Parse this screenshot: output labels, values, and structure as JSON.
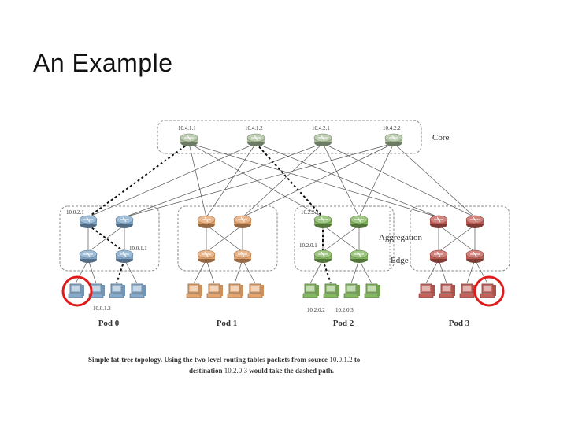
{
  "title": "An Example",
  "layers": {
    "core": "Core",
    "aggregation": "Aggregation",
    "edge": "Edge"
  },
  "core_switches": [
    "10.4.1.1",
    "10.4.1.2",
    "10.4.2.1",
    "10.4.2.2"
  ],
  "pods": [
    {
      "name": "Pod 0",
      "color": "#7fa6c9",
      "agg_labels": [
        "10.0.2.1",
        ""
      ],
      "edge_labels": [
        "",
        "10.0.1.1"
      ],
      "host_labels": [
        "10.0.1.2"
      ]
    },
    {
      "name": "Pod 1",
      "color": "#e3a068",
      "agg_labels": [
        "",
        ""
      ],
      "edge_labels": [
        "",
        ""
      ],
      "host_labels": []
    },
    {
      "name": "Pod 2",
      "color": "#7fb45a",
      "agg_labels": [
        "10.2.2.1",
        ""
      ],
      "edge_labels": [
        "10.2.0.1",
        ""
      ],
      "host_labels": [
        "10.2.0.2",
        "10.2.0.3"
      ]
    },
    {
      "name": "Pod 3",
      "color": "#c05a52",
      "agg_labels": [
        "",
        ""
      ],
      "edge_labels": [
        "",
        ""
      ],
      "host_labels": []
    }
  ],
  "caption": {
    "line1_bold": "Simple fat-tree topology.  Using the two-level routing tables packets from source",
    "src": "10.0.1.2",
    "line1_end": "to",
    "line2_a": "destination",
    "dst": "10.2.0.3",
    "line2_b": "would take the dashed path."
  },
  "highlight_color": "#e01b1b"
}
